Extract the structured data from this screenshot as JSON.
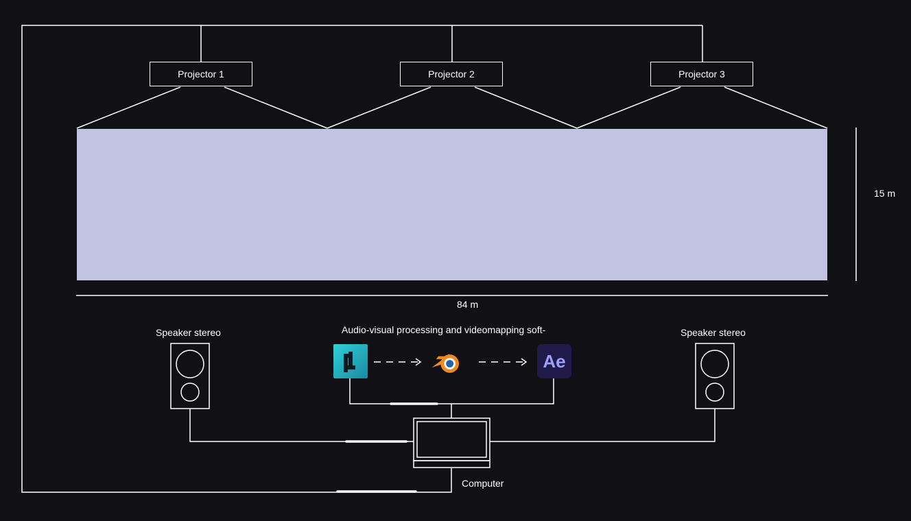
{
  "projectors": [
    "Projector 1",
    "Projector 2",
    "Projector 3"
  ],
  "dimensions": {
    "height_label": "15 m",
    "width_label": "84 m"
  },
  "speakers": {
    "left_label": "Speaker stereo",
    "right_label": "Speaker stereo"
  },
  "software": {
    "heading": "Audio-visual processing and videomapping soft-",
    "apps": [
      "touchdesigner-icon",
      "blender-icon",
      "after-effects-icon"
    ],
    "ae_text": "Ae"
  },
  "computer_label": "Computer",
  "colors": {
    "background": "#111014",
    "screen": "#c2c3e3",
    "line": "#ffffff"
  }
}
